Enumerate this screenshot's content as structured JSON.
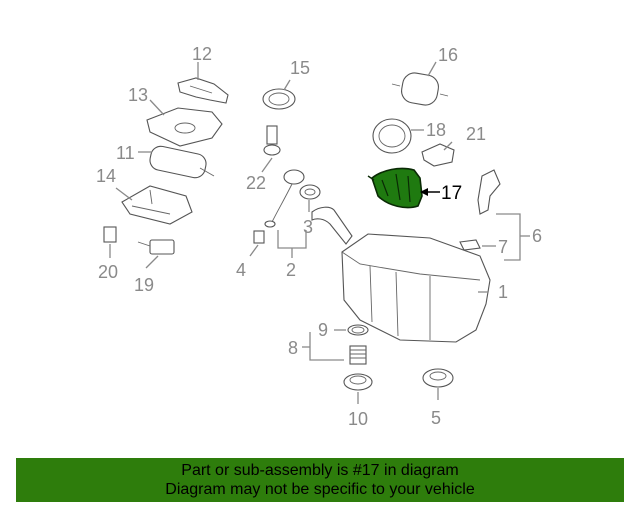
{
  "callouts": {
    "c1": "1",
    "c2": "2",
    "c3": "3",
    "c4": "4",
    "c5": "5",
    "c6": "6",
    "c7": "7",
    "c8": "8",
    "c9": "9",
    "c10": "10",
    "c11": "11",
    "c12": "12",
    "c13": "13",
    "c14": "14",
    "c15": "15",
    "c16": "16",
    "c17": "17",
    "c18": "18",
    "c19": "19",
    "c20": "20",
    "c21": "21",
    "c22": "22"
  },
  "highlighted_part": "17",
  "colors": {
    "highlight_fill": "#1f7a10",
    "banner_bg": "#2e7d0c",
    "callout_text": "#8a8a8a"
  },
  "banner": {
    "line1": "Part or sub-assembly is #17 in diagram",
    "line2": "Diagram may not be specific to your vehicle"
  }
}
